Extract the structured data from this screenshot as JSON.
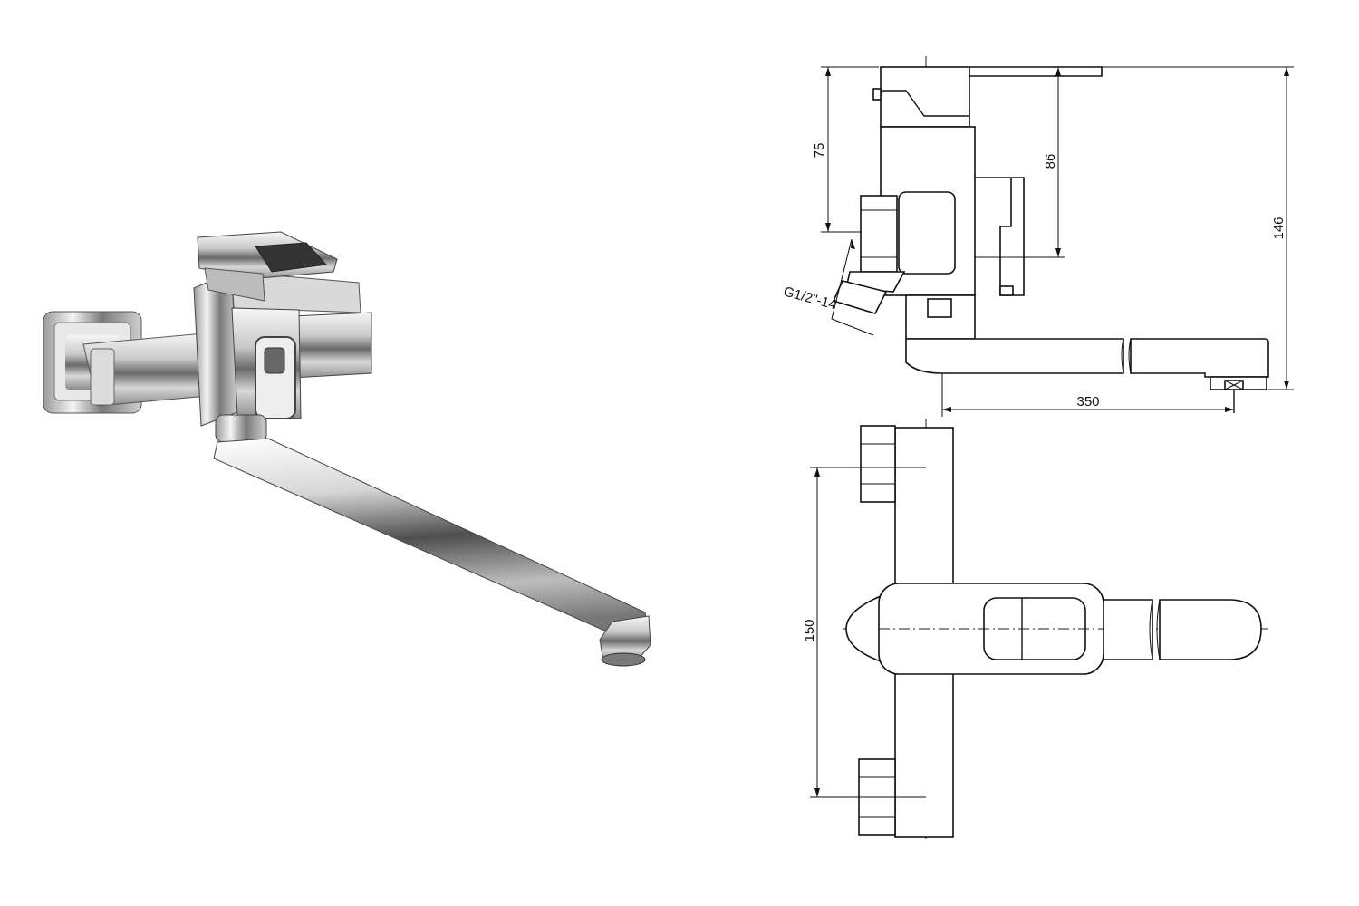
{
  "photo": {
    "subject": "wall-mounted single-lever bath mixer with long swivel spout",
    "finish_colors": {
      "highlight": "#f4f4f4",
      "mid": "#b8b8b8",
      "shadow": "#5a5a5a",
      "dark": "#2a2a2a"
    }
  },
  "drawing": {
    "side_view": {
      "dim_height_upper": "75",
      "dim_height_handle": "86",
      "dim_height_total": "146",
      "dim_spout_reach": "350",
      "thread_label": "G1/2\"-14"
    },
    "top_view": {
      "dim_connection_spacing": "150"
    },
    "line_color": "#111111"
  }
}
